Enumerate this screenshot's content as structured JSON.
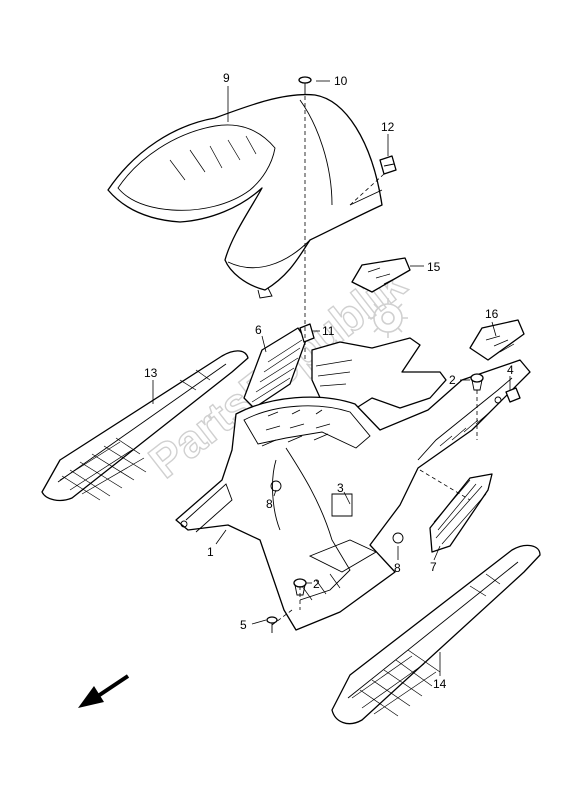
{
  "watermark": {
    "text": "PartsRepublik"
  },
  "callouts": {
    "c1": "1",
    "c2a": "2",
    "c2b": "2",
    "c3": "3",
    "c4": "4",
    "c5": "5",
    "c6": "6",
    "c7": "7",
    "c8a": "8",
    "c8b": "8",
    "c9": "9",
    "c10": "10",
    "c11": "11",
    "c12": "12",
    "c13": "13",
    "c14": "14",
    "c15": "15",
    "c16": "16"
  },
  "direction_arrow": {
    "icon": "front-direction-arrow-icon"
  }
}
